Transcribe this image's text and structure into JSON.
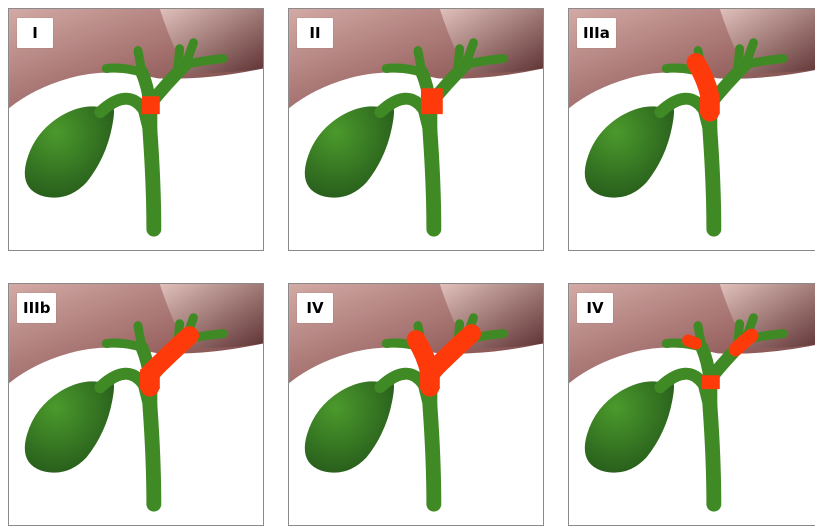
{
  "colors": {
    "liver_light": "#d3aaa5",
    "liver_dark": "#6e3f3f",
    "duct_green": "#3f8a24",
    "duct_dark": "#24571a",
    "stricture_red": "#ff3a0a",
    "border": "#8a8a8a"
  },
  "panels": [
    {
      "label": "I",
      "stricture": "common-hepatic-low"
    },
    {
      "label": "II",
      "stricture": "common-hepatic-high"
    },
    {
      "label": "IIIa",
      "stricture": "left-duct-extension"
    },
    {
      "label": "IIIb",
      "stricture": "right-duct-extension"
    },
    {
      "label": "IV",
      "stricture": "both-ducts"
    },
    {
      "label": "IV",
      "stricture": "multifocal"
    }
  ]
}
